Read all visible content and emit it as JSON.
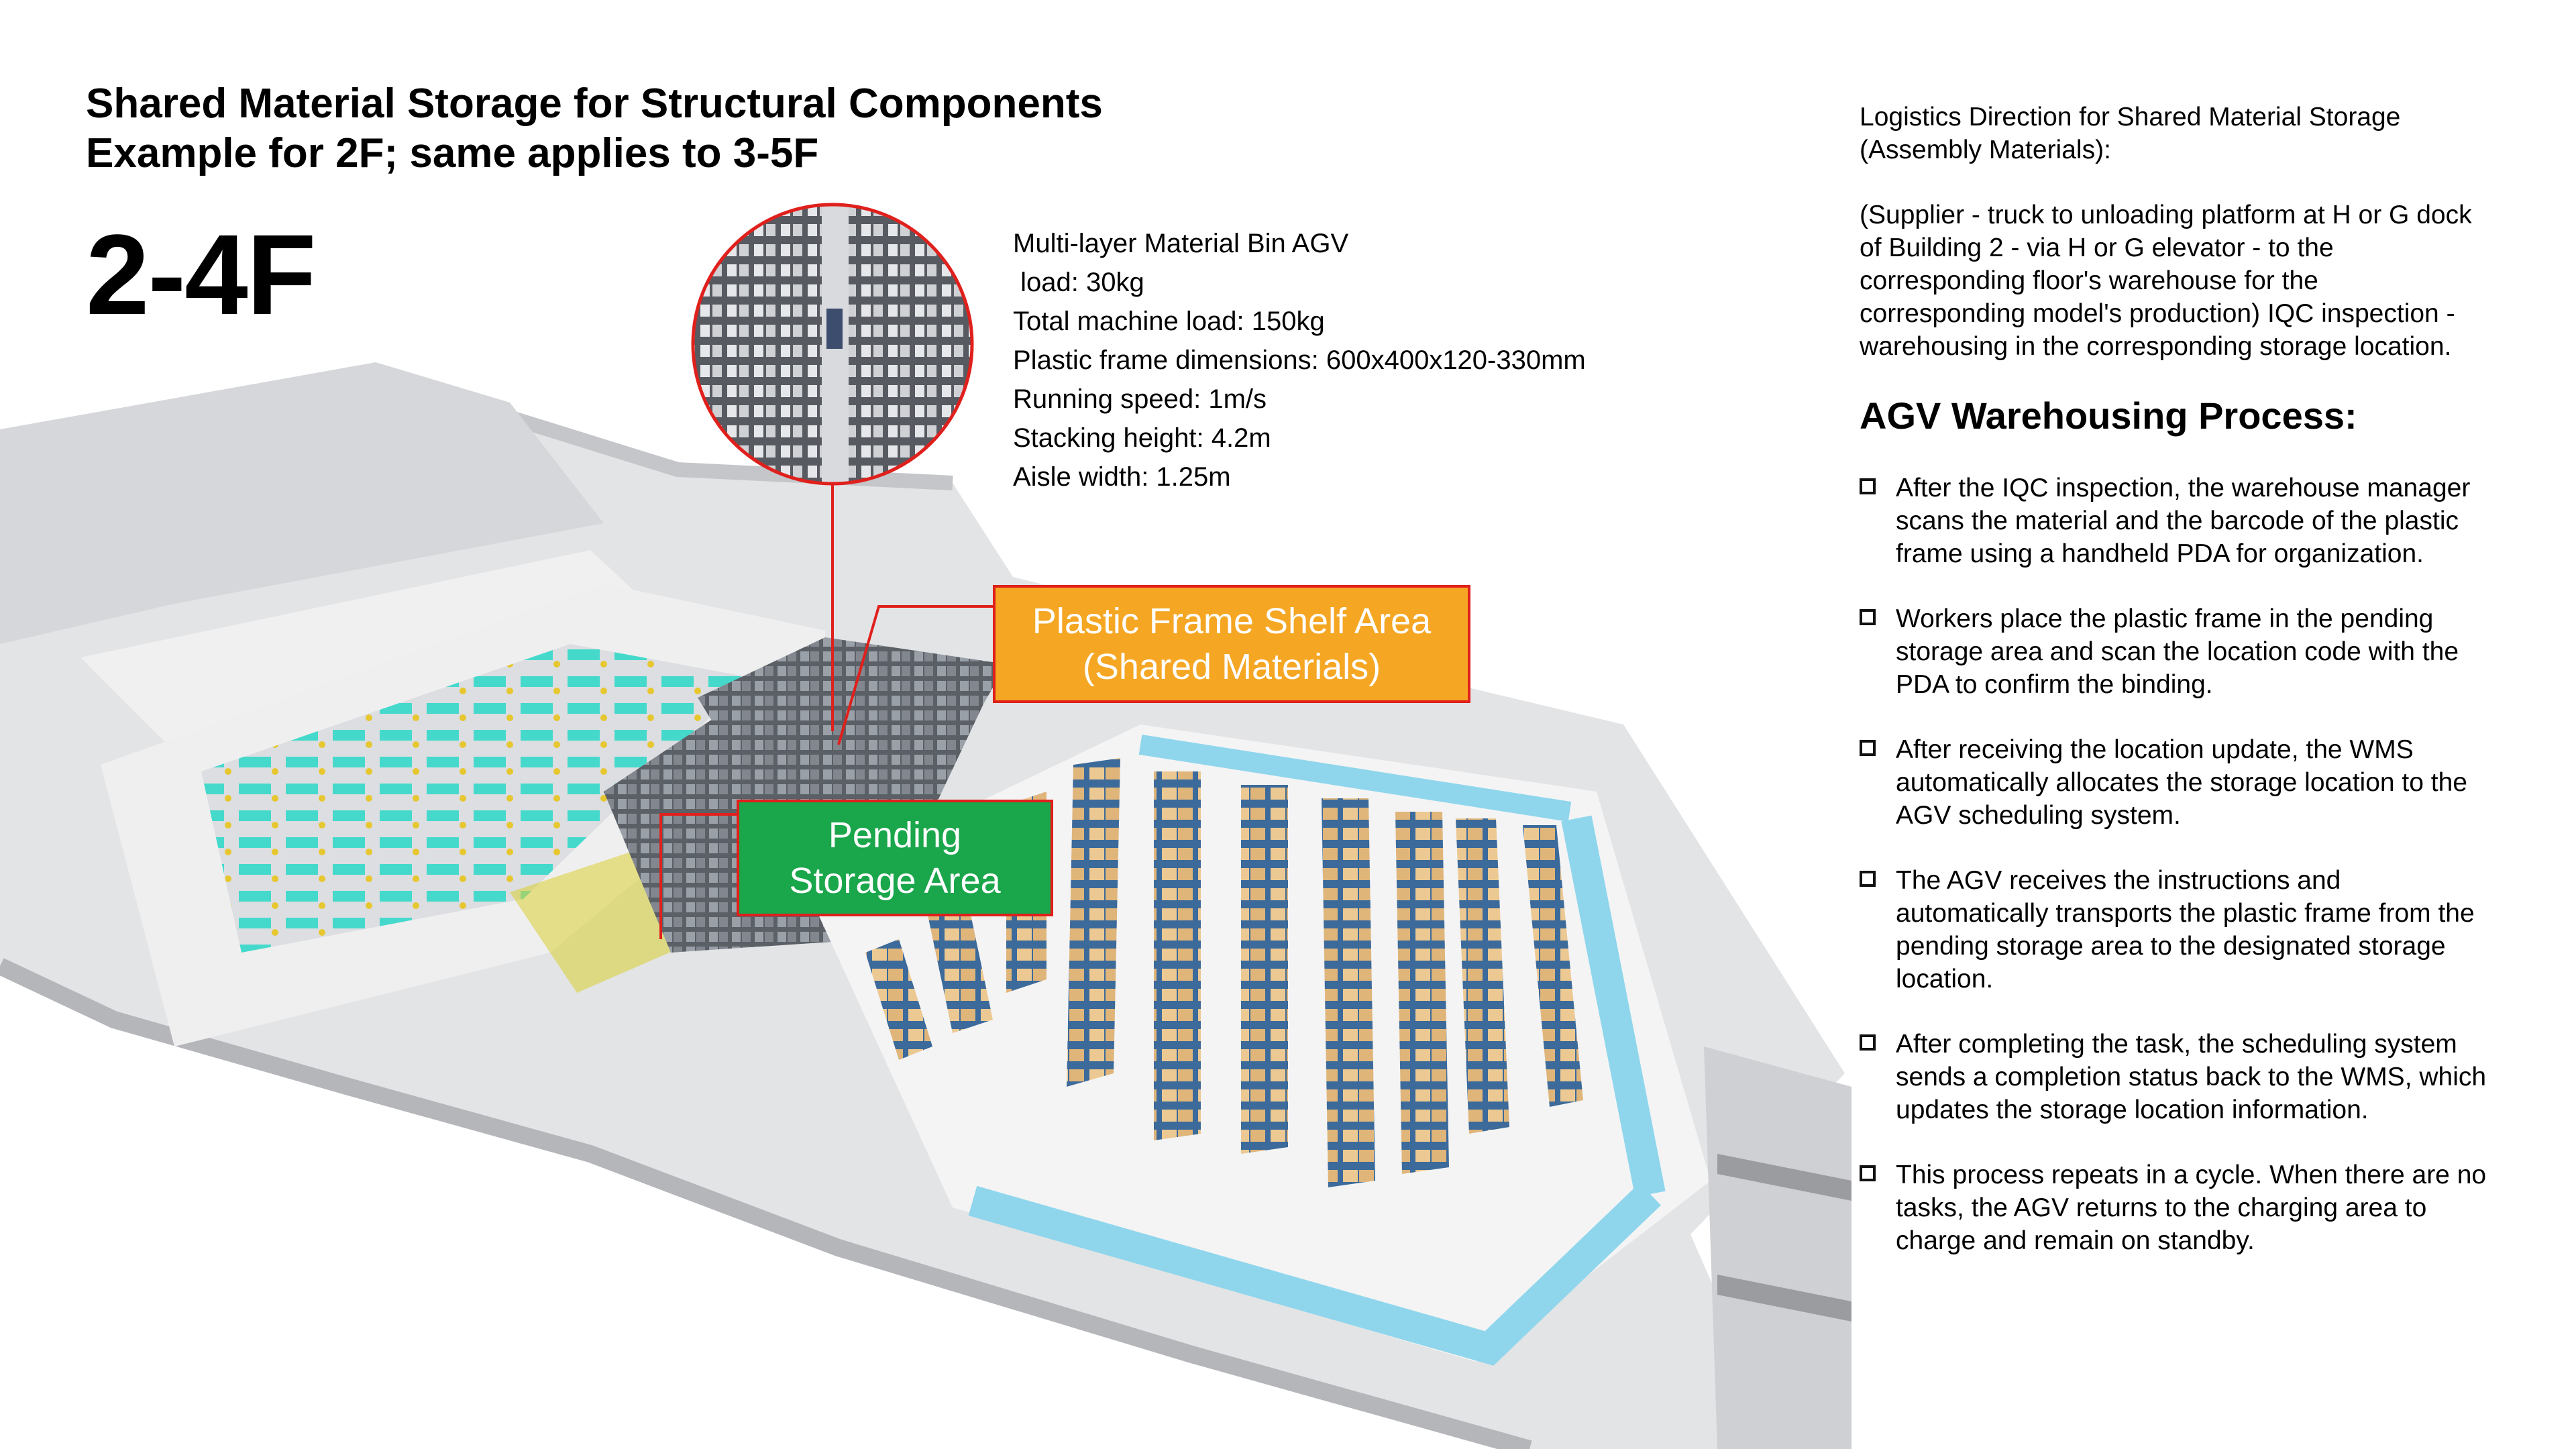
{
  "title": {
    "line1": "Shared Material Storage for Structural Components",
    "line2": "Example for 2F; same applies to 3-5F"
  },
  "floor_label": "2-4F",
  "specs": [
    "Multi-layer Material Bin AGV",
    " load: 30kg",
    "Total machine load: 150kg",
    "Plastic frame dimensions: 600x400x120-330mm",
    "Running speed: 1m/s",
    "Stacking height: 4.2m",
    "Aisle width: 1.25m"
  ],
  "labels": {
    "frame_shelf_line1": "Plastic Frame Shelf Area",
    "frame_shelf_line2": "(Shared Materials)",
    "pending_line1": "Pending",
    "pending_line2": "Storage Area"
  },
  "logistics": {
    "heading_line1": "Logistics Direction for Shared Material Storage",
    "heading_line2": "(Assembly Materials):",
    "body_line1": "(Supplier - truck to unloading platform at H or G dock",
    "body_line2": "of Building 2 - via H or G elevator - to the",
    "body_line3": "corresponding floor's warehouse for the",
    "body_line4": "corresponding model's production) IQC inspection -",
    "body_line5": "warehousing in the corresponding storage location."
  },
  "process": {
    "title": "AGV Warehousing Process:",
    "steps": [
      [
        "After the IQC inspection, the warehouse manager",
        "scans the material and the barcode of the plastic",
        "frame using a handheld PDA for organization."
      ],
      [
        "Workers place the plastic frame in the pending",
        "storage area and scan the location code with the",
        "PDA to confirm the binding."
      ],
      [
        "After receiving the location update, the WMS",
        "automatically allocates the storage location to the",
        "AGV scheduling system."
      ],
      [
        "The AGV receives the instructions and",
        "automatically transports the plastic frame from the",
        "pending storage area to the designated storage",
        "location."
      ],
      [
        "After completing the task, the scheduling system",
        "sends a completion status back to the WMS, which",
        "updates the storage location information."
      ],
      [
        "This process repeats in a cycle. When there are no",
        "tasks, the AGV returns to the charging area to",
        "charge and remain on standby."
      ]
    ]
  },
  "colors": {
    "frame_label_bg": "#f5a623",
    "pending_label_bg": "#1aa64a",
    "callout_line": "#e0201c",
    "aisle_blue": "#8fd6ec",
    "shelf_cartons": "#e8c48e"
  },
  "icons": {
    "step_bullet": "hollow-square-icon"
  }
}
